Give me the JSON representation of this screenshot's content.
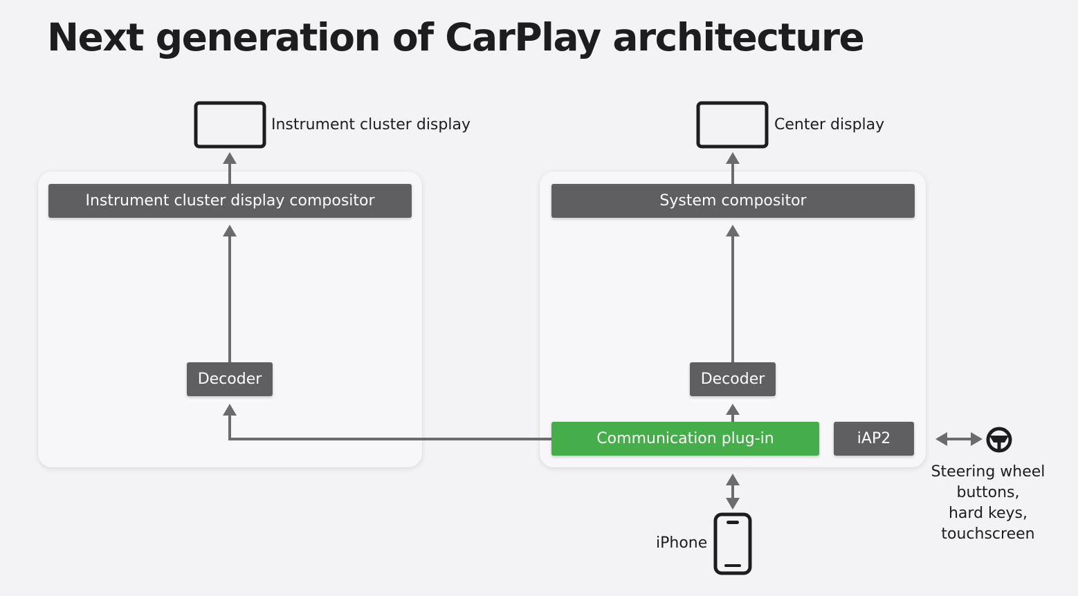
{
  "title": "Next generation of CarPlay architecture",
  "displays": {
    "instrument_cluster": "Instrument cluster display",
    "center": "Center display"
  },
  "left_panel": {
    "compositor": "Instrument cluster display compositor",
    "decoder": "Decoder"
  },
  "right_panel": {
    "compositor": "System compositor",
    "decoder": "Decoder",
    "communication": "Communication plug-in",
    "iap2": "iAP2"
  },
  "iphone_label": "iPhone",
  "steering": {
    "lines": [
      "Steering wheel",
      "buttons,",
      "hard keys,",
      "touchscreen"
    ]
  },
  "icons": [
    "display-icon",
    "iphone-icon",
    "steering-wheel-icon"
  ],
  "colors": {
    "background": "#f3f3f5",
    "box": "#5f5f61",
    "accent_green": "#45ad49",
    "arrow": "#6b6b6d",
    "outline": "#1d1d1f"
  }
}
